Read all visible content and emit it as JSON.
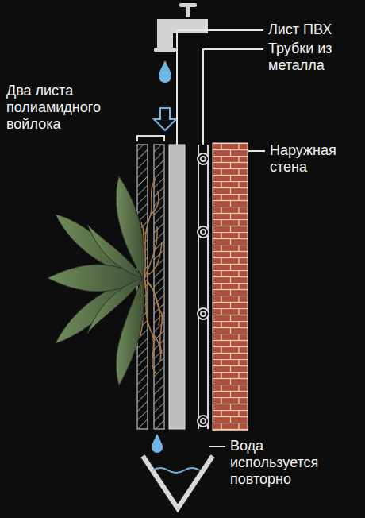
{
  "diagram": {
    "labels": [
      "Лист ПВХ",
      "Трубки из металла",
      "Наружная стена",
      "Два листа полиамидного войлока",
      "Вода используется повторно"
    ]
  }
}
